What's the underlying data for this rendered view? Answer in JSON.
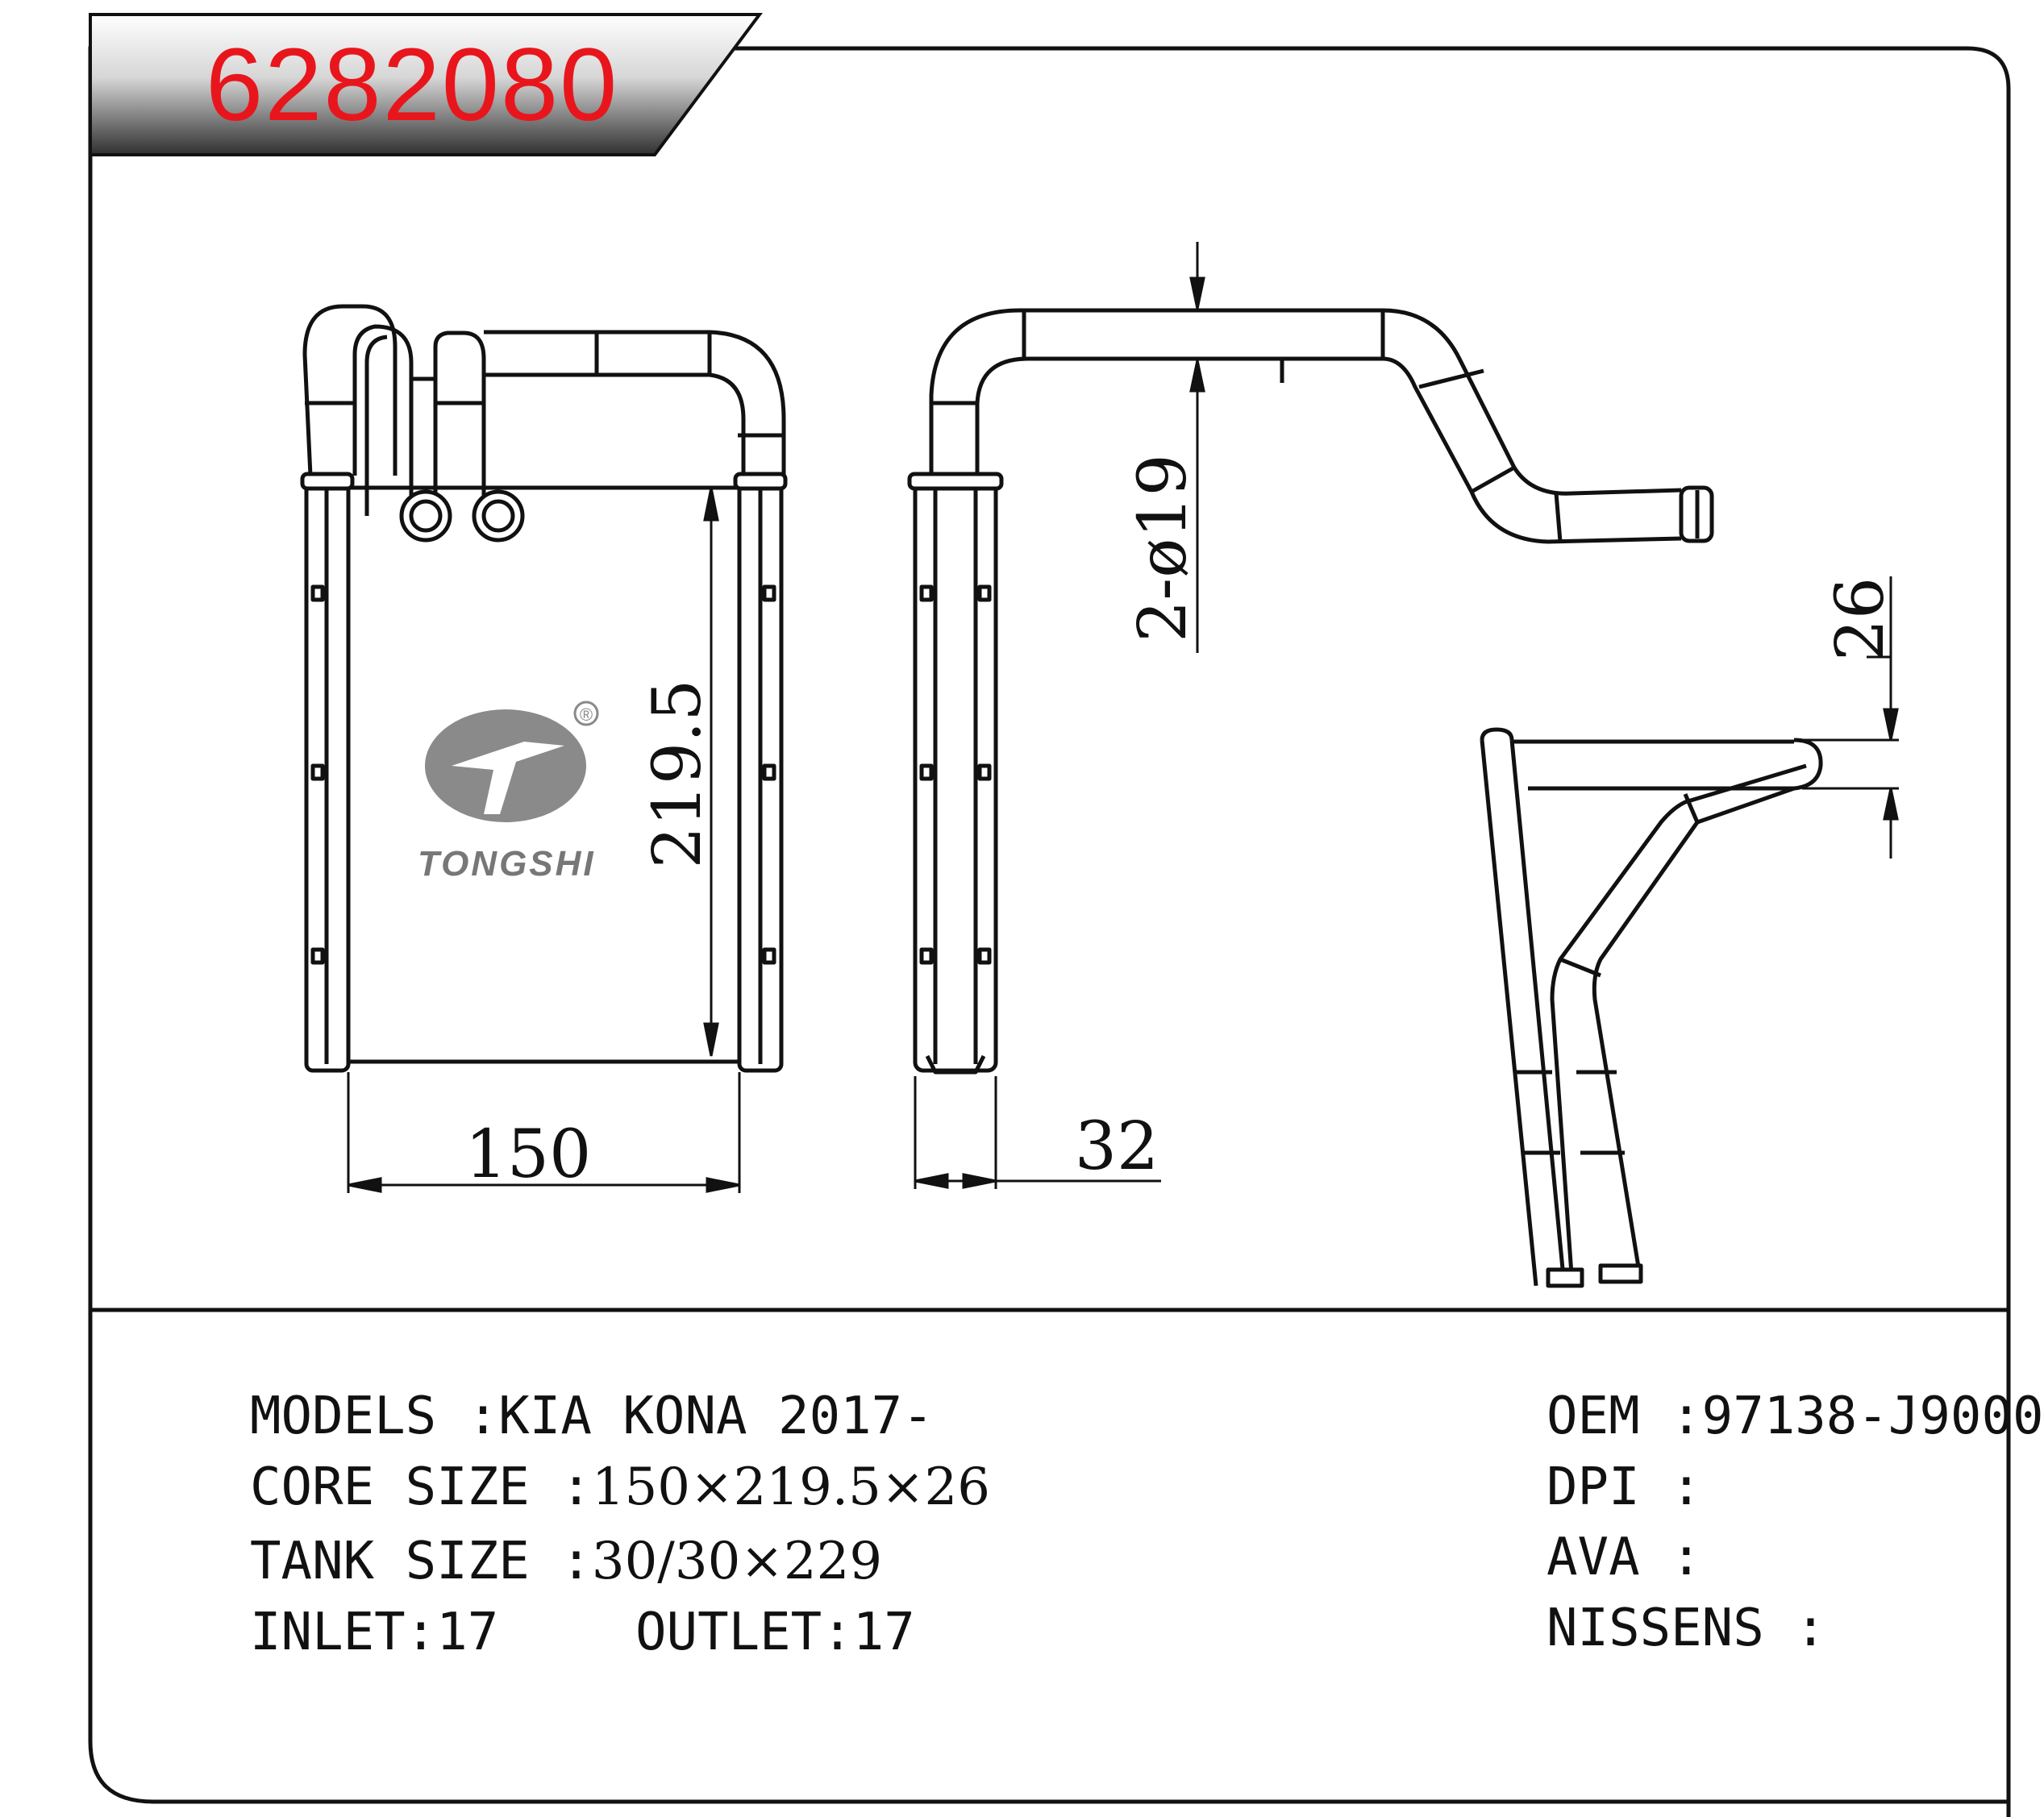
{
  "part_number": "6282080",
  "brand": {
    "name": "TONGSHI",
    "registered_mark": "®"
  },
  "dimensions": {
    "width": "150",
    "height": "219.5",
    "tank_depth": "32",
    "pipe": "2-ø19",
    "core_depth": "26"
  },
  "specs": {
    "models_label": "MODELS :",
    "models_value": "KIA KONA 2017-",
    "core_label": "CORE SIZE :",
    "core_value": "150×219.5×26",
    "tank_label": "TANK SIZE :",
    "tank_value": "30/30×229",
    "inlet_label": "INLET:",
    "inlet_value": "17",
    "outlet_label": "OUTLET:",
    "outlet_value": "17",
    "oem_label": "OEM :",
    "oem_value": "97138-J9000",
    "dpi_label": "DPI :",
    "dpi_value": "",
    "ava_label": "AVA :",
    "ava_value": "",
    "nissens_label": "NISSENS :",
    "nissens_value": ""
  },
  "colors": {
    "part_number": "#e8161c",
    "logo": "#8a8a8a",
    "line": "#111111"
  }
}
